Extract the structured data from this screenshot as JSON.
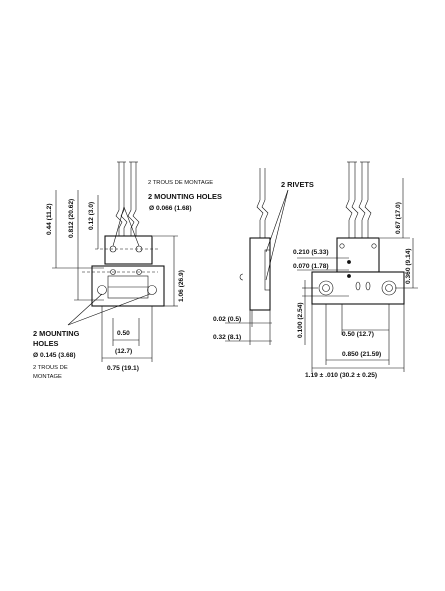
{
  "left_view": {
    "dim_044": "0.44 (11.2)",
    "dim_0812": "0.812 (20.62)",
    "dim_012": "0.12 (3.0)",
    "dim_106": "1.06 (26.9)",
    "dim_050": "0.50",
    "dim_050_mm": "(12.7)",
    "dim_075": "0.75 (19.1)",
    "french_top": "2 TROUS DE MONTAGE",
    "top_holes_line1": "2 MOUNTING HOLES",
    "top_holes_line2": "Ø 0.066 (1.68)",
    "bottom_holes_line1": "2 MOUNTING",
    "bottom_holes_line2": "HOLES",
    "bottom_holes_line3": "Ø 0.145 (3.68)",
    "french_bottom_line1": "2 TROUS DE",
    "french_bottom_line2": "MONTAGE"
  },
  "side_view": {
    "rivets": "2 RIVETS",
    "dim_002": "0.02 (0.5)",
    "dim_032": "0.32 (8.1)"
  },
  "right_view": {
    "dim_0210": "0.210 (5.33)",
    "dim_0070": "0.070 (1.78)",
    "dim_067": "0.67 (17.0)",
    "dim_0360": "0.360 (9.14)",
    "dim_0100": "0.100 (2.54)",
    "dim_050": "0.50 (12.7)",
    "dim_0850": "0.850 (21.59)",
    "dim_119": "1.19 ± .010 (30.2 ± 0.25)"
  }
}
